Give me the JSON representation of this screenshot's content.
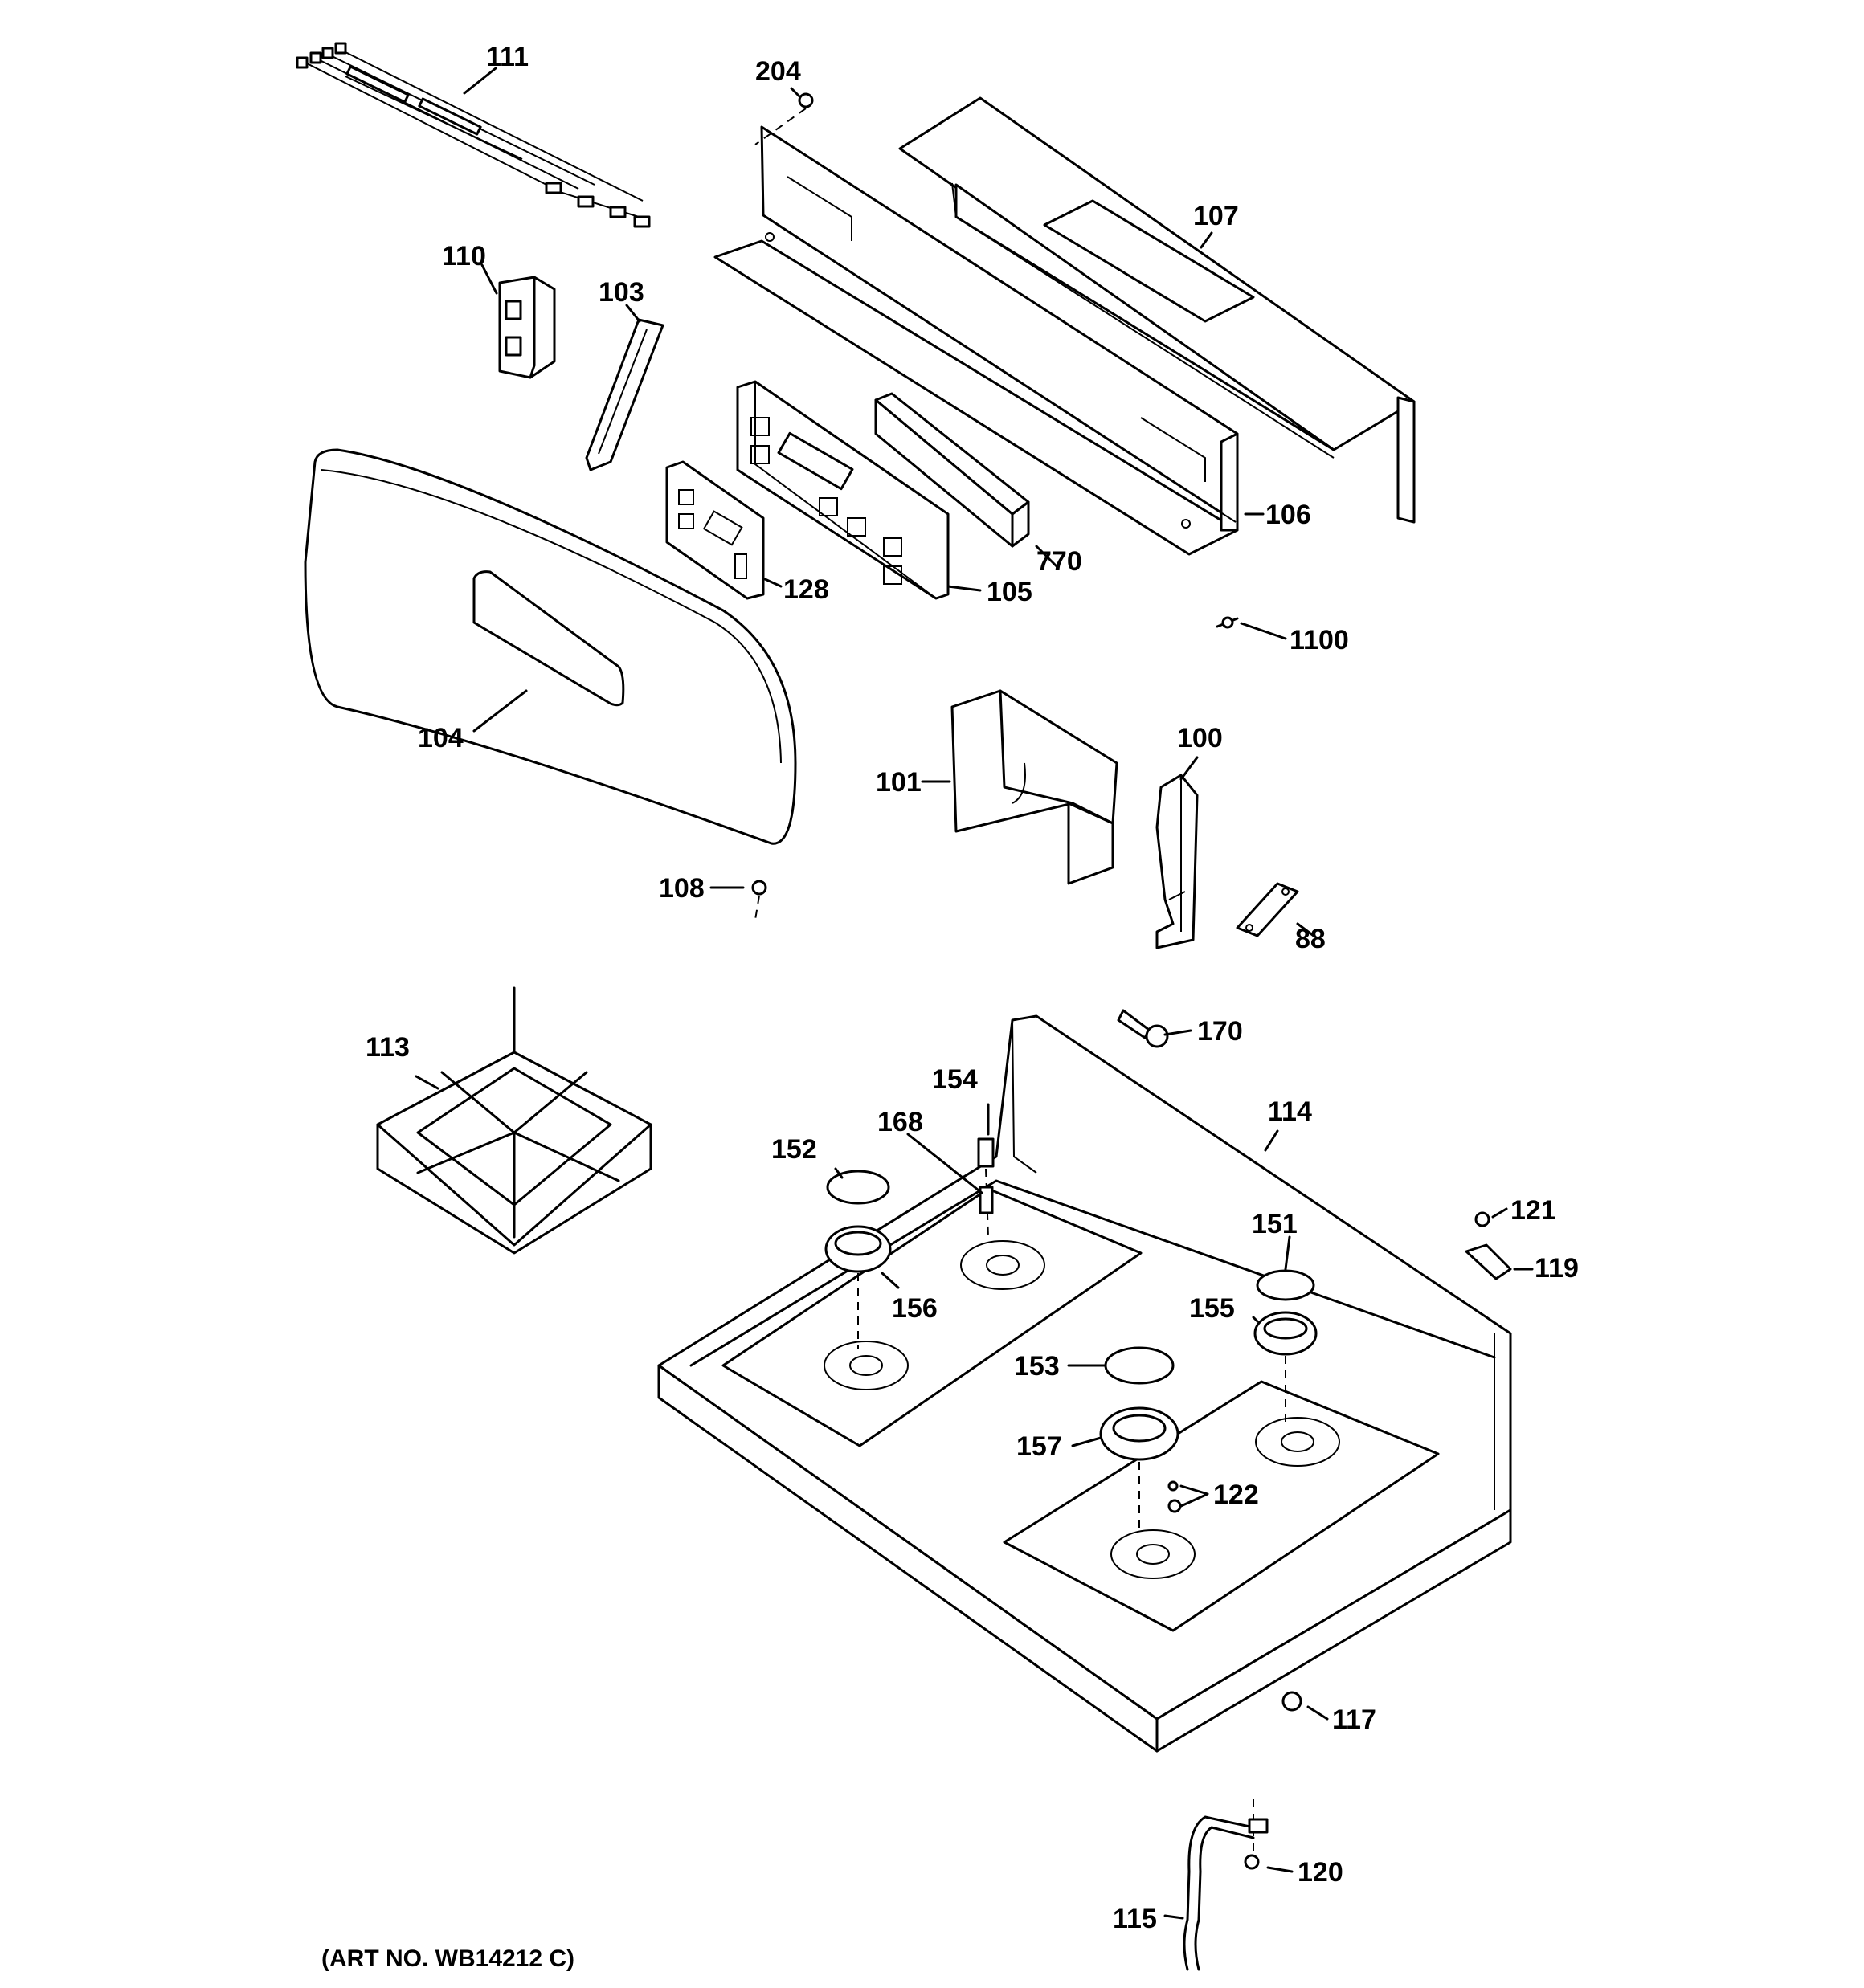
{
  "art_number": "(ART NO. WB14212 C)",
  "callouts": {
    "c111": "111",
    "c204": "204",
    "c107": "107",
    "c110": "110",
    "c103": "103",
    "c106": "106",
    "c770": "770",
    "c128": "128",
    "c105": "105",
    "c1100": "1100",
    "c104": "104",
    "c101": "101",
    "c100": "100",
    "c108": "108",
    "c88": "88",
    "c113": "113",
    "c170": "170",
    "c154": "154",
    "c168": "168",
    "c114": "114",
    "c152": "152",
    "c121": "121",
    "c151": "151",
    "c119": "119",
    "c156": "156",
    "c155": "155",
    "c153": "153",
    "c157": "157",
    "c122": "122",
    "c117": "117",
    "c120": "120",
    "c115": "115"
  }
}
